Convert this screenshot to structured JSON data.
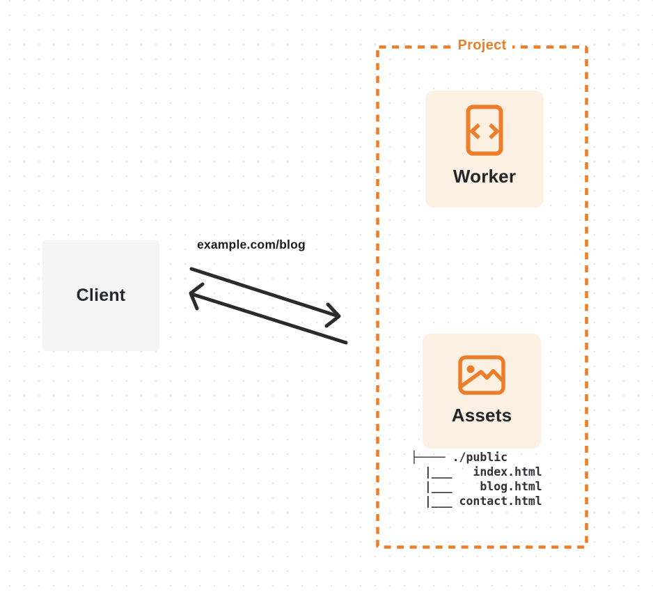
{
  "colors": {
    "accent_orange": "#ec7e2b",
    "card_background": "#fcf0e3",
    "client_background": "#f5f5f6",
    "arrow_color": "#2b2b2b",
    "dot_grid": "#e4e4e7",
    "text_dark": "#26282b"
  },
  "client": {
    "label": "Client"
  },
  "request": {
    "url_label": "example.com/blog"
  },
  "project": {
    "label": "Project",
    "worker": {
      "label": "Worker",
      "icon": "code-file-icon"
    },
    "assets": {
      "label": "Assets",
      "icon": "image-icon",
      "file_tree": "├──── ./public\n  |___   index.html\n  |___    blog.html\n  |___ contact.html"
    }
  }
}
